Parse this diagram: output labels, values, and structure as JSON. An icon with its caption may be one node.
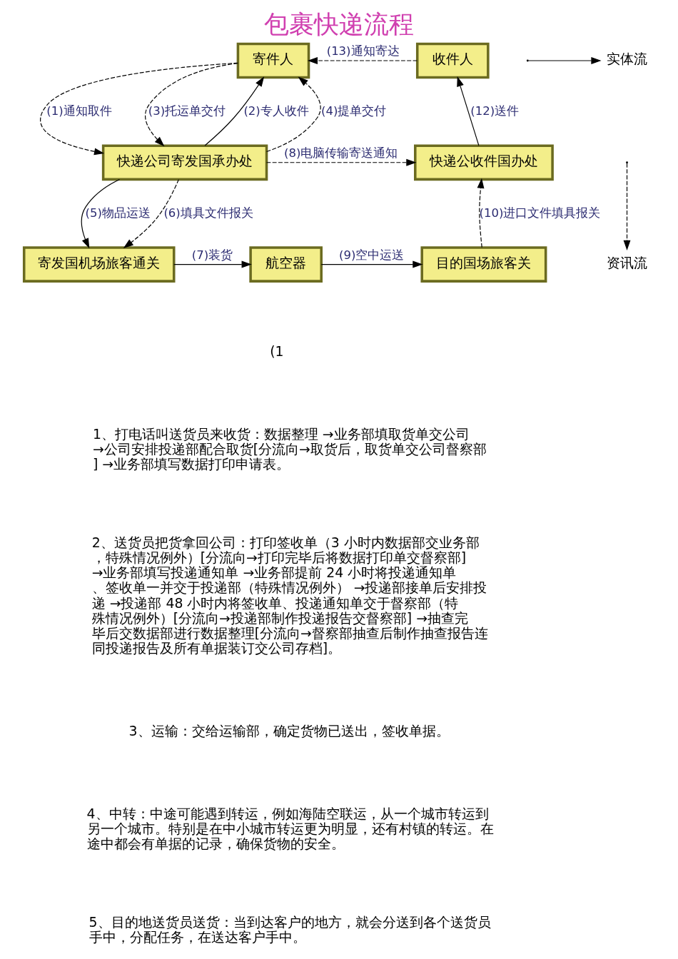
{
  "diagram": {
    "title": "包裹快递流程",
    "nodes": [
      {
        "text": [
          "寄件人"
        ]
      },
      {
        "text": [
          "收件人"
        ]
      },
      {
        "text": [
          "快递公司寄发国承办处"
        ]
      },
      {
        "text": [
          "快递公收件国办处"
        ]
      },
      {
        "text": [
          "寄发国机场旅客通关"
        ]
      },
      {
        "text": [
          "航空器"
        ]
      },
      {
        "text": [
          "目的国场旅客关"
        ]
      }
    ],
    "edges": [
      {
        "from": 0,
        "to": 2,
        "arrow": "to",
        "label": "(1)通知取件",
        "style": "dashed"
      },
      {
        "from": 2,
        "to": 0,
        "arrow": "to",
        "label": "(2)专人收件"
      },
      {
        "from": 0,
        "to": 2,
        "arrow": "to",
        "label": "(3)托运单交付",
        "style": "dashed"
      },
      {
        "from": 2,
        "to": 0,
        "arrow": "to",
        "label": "(4)提单交付",
        "style": "dashed"
      },
      {
        "from": 1,
        "to": 0,
        "arrow": "to",
        "label": "(13)通知寄达",
        "style": "dashed"
      },
      {
        "from": 3,
        "to": 1,
        "arrow": "to",
        "label": "(12)送件"
      },
      {
        "from": 2,
        "to": 3,
        "arrow": "to",
        "label": "(8)电脑传输寄送通知",
        "style": "dashed"
      },
      {
        "from": 2,
        "to": 4,
        "arrow": "to",
        "label": "(5)物品运送"
      },
      {
        "from": 2,
        "to": 4,
        "arrow": "to",
        "label": "(6)填具文件报关",
        "style": "dashed"
      },
      {
        "from": 4,
        "to": 5,
        "arrow": "to",
        "label": "(7)装货"
      },
      {
        "from": 5,
        "to": 6,
        "arrow": "to",
        "label": "(9)空中运送"
      },
      {
        "from": 6,
        "to": 3,
        "arrow": "to",
        "label": "(10)进口文件填具报关",
        "style": "dashed"
      }
    ],
    "labels": [
      "(1",
      "1、打电话叫送货员来收货：数据整理 →业务部填取货单交公司 →公司安排投递部配合取货[分流向→取货后，取货单交公司督察部] →业务部填写数据打印申请表。",
      "2、送货员把货拿回公司：打印签收单（3 小时内数据部交业务部，特殊情况例外）[分流向→打印完毕后将数据打印单交督察部] →业务部填写投递通知单 →业务部提前 24 小时将投递通知单、签收单一并交于投递部（特殊情况例外） →投递部接单后安排投递 →投递部 48 小时内将签收单、投递通知单交于督察部（特殊情况例外）[分流向→投递部制作投递报告交督察部] →抽查完毕后交数据部进行数据整理[分流向→督察部抽查后制作抽查报告连同投递报告及所有单据装订交公司存档]。",
      "3、运输：交给运输部，确定货物已送出，签收单据。",
      "4、中转：中途可能遇到转运，例如海陆空联运，从一个城市转运到另一个城市。特别是在中小城市转运更为明显，还有村镇的转运。在途中都会有单据的记录，确保货物的安全。",
      "5、目的地送货员送货：当到达客户的地方，就会分送到各个送货员手中，分配任务，在送达客户手中。"
    ],
    "legend": [
      {
        "text": "实体流"
      },
      {
        "text": "资讯流"
      }
    ]
  }
}
